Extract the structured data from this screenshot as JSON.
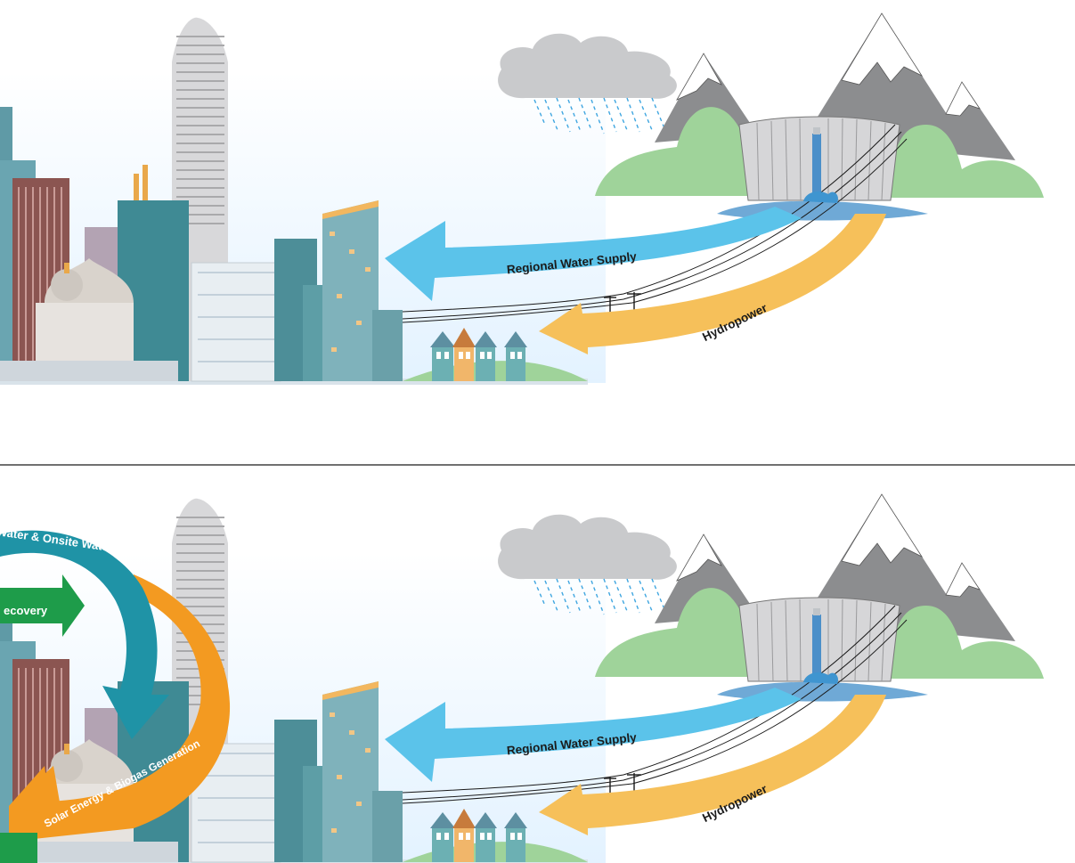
{
  "panels": [
    {
      "id": "top",
      "labels": {
        "water_supply": "Regional Water Supply",
        "hydropower": "Hydropower"
      }
    },
    {
      "id": "bottom",
      "labels": {
        "water_supply": "Regional Water Supply",
        "hydropower": "Hydropower",
        "onsite_reuse": "Water & Onsite Water Reuse",
        "resource_recovery": "ecovery",
        "solar_biogas": "Solar Energy & Biogas Generation"
      }
    }
  ],
  "colors": {
    "water_arrow": "#5bc3ea",
    "hydro_arrow": "#f6c05a",
    "teal_loop": "#1f93a6",
    "orange_loop": "#f39a21",
    "green_loop": "#1e9c4a",
    "hill_green": "#9fd39a",
    "mountain_gray": "#8c8d8f",
    "cloud_gray": "#c9cacc",
    "reservoir_blue": "#6fa9d6",
    "divider": "#1a1a1a"
  }
}
